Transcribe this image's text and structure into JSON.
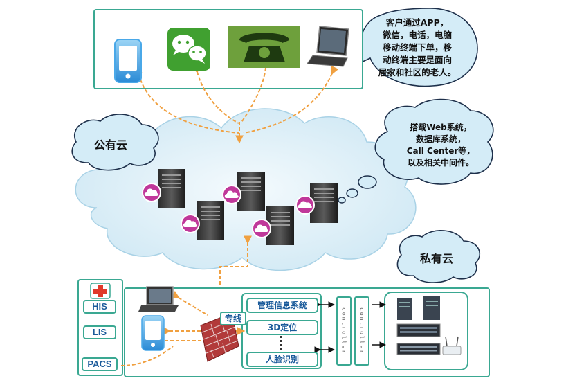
{
  "bubbles": {
    "terminals_note": "客户通过APP，\n微信，电话，电脑\n移动终端下单，移\n动终端主要是面向\n居家和社区的老人。",
    "public_cloud_label": "公有云",
    "cloud_systems_note": "搭载Web系统，\n数据库系统，\nCall Center等，\n以及相关中间件。",
    "private_cloud_label": "私有云"
  },
  "private_cloud": {
    "left_systems": [
      "HIS",
      "LIS",
      "PACS"
    ],
    "dedicated_line": "专线",
    "systems": [
      "管理信息系统",
      "3D定位",
      "人脸识别"
    ],
    "controller_label": "controller"
  },
  "icons": {
    "terminals": [
      "phone-icon",
      "wechat-icon",
      "telephone-icon",
      "laptop-icon"
    ],
    "cloud": [
      "server-icon",
      "cloud-badge-icon"
    ],
    "private": [
      "hospital-cross-icon",
      "laptop-icon",
      "phone-icon",
      "firewall-icon",
      "switch-icon",
      "router-icon"
    ]
  },
  "colors": {
    "frame_border": "#3aa892",
    "dashed_link": "#f0a040",
    "text_blue": "#1a5a9a",
    "cloud_fill": "#dff0f8",
    "bubble_fill": "#d4ecf7",
    "cloud_badge": "#c0389a"
  }
}
